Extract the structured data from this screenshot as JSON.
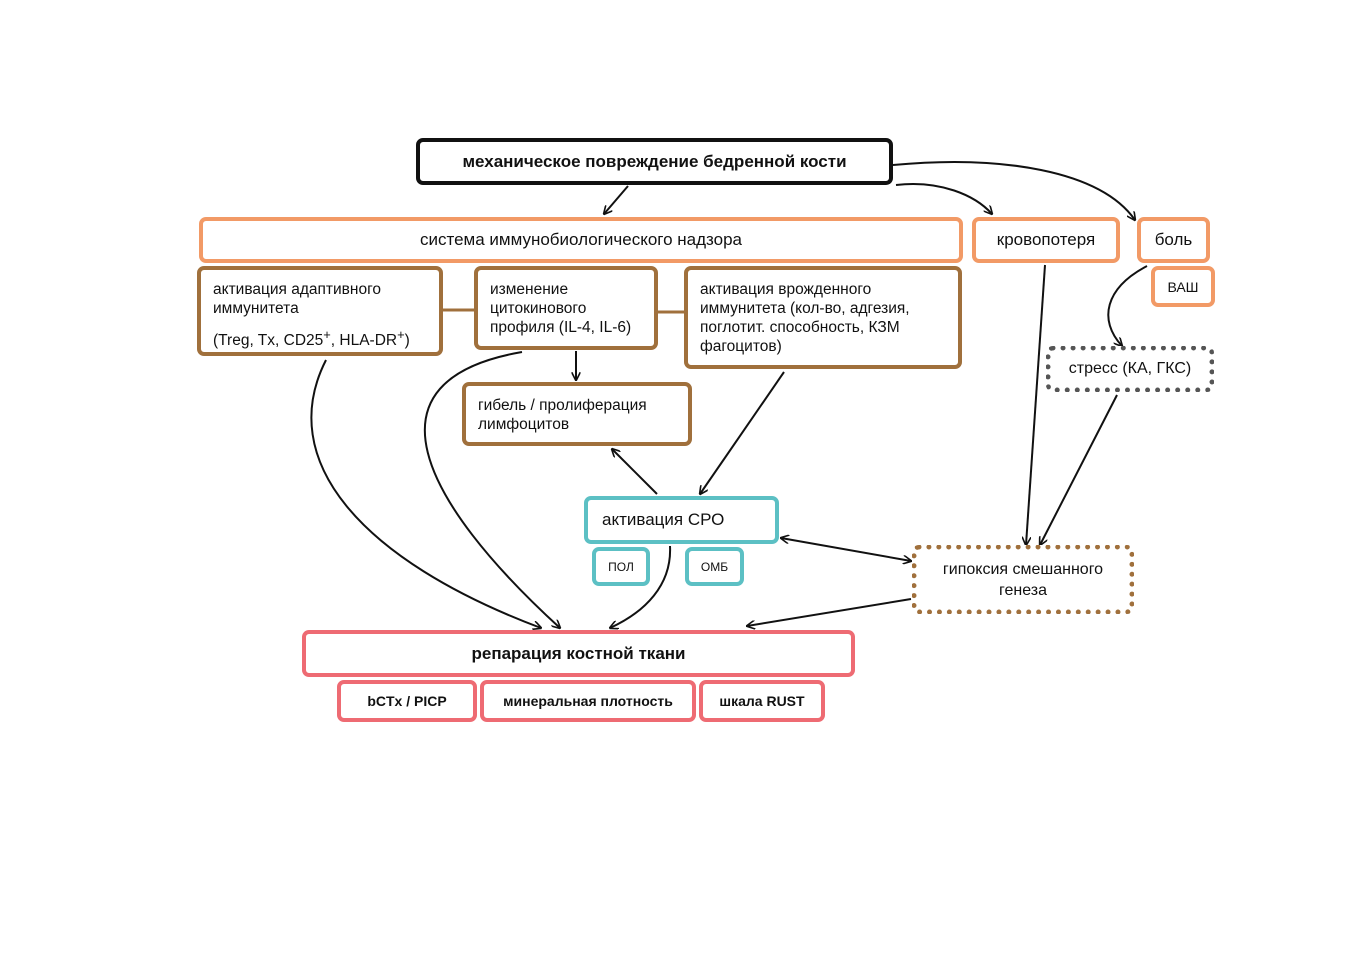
{
  "nodes": {
    "trauma": "механическое повреждение бедренной кости",
    "immune": "система иммунобиологического надзора",
    "blood_loss": "кровопотеря",
    "pain": "боль",
    "vas": "ВАШ",
    "adaptive_line1": "активация адаптивного иммунитета",
    "adaptive_line2": "(Treg, Tx, CD25",
    "adaptive_sup1": "+",
    "adaptive_mid": ", HLA-DR",
    "adaptive_sup2": "+",
    "adaptive_end": ")",
    "cytokine": "изменение цитокинового профиля (IL-4, IL-6)",
    "innate": "активация врожденного иммунитета (кол-во, адгезия, поглотит. способность, КЗМ фагоцитов)",
    "stress": "стресс (КА, ГКС)",
    "lymph": "гибель / пролиферация лимфоцитов",
    "sro": "активация СРО",
    "pol": "ПОЛ",
    "omb": "ОМБ",
    "hypoxia": "гипоксия смешанного генеза",
    "repair": "репарация костной ткани",
    "bctx": "bCTx / PICP",
    "density": "минеральная плотность",
    "rust": "шкала RUST"
  },
  "colors": {
    "orange": "#f29a66",
    "brown": "#a0703c",
    "teal": "#5cc0c4",
    "red": "#ee6b73",
    "black": "#111111",
    "gray": "#555555"
  }
}
